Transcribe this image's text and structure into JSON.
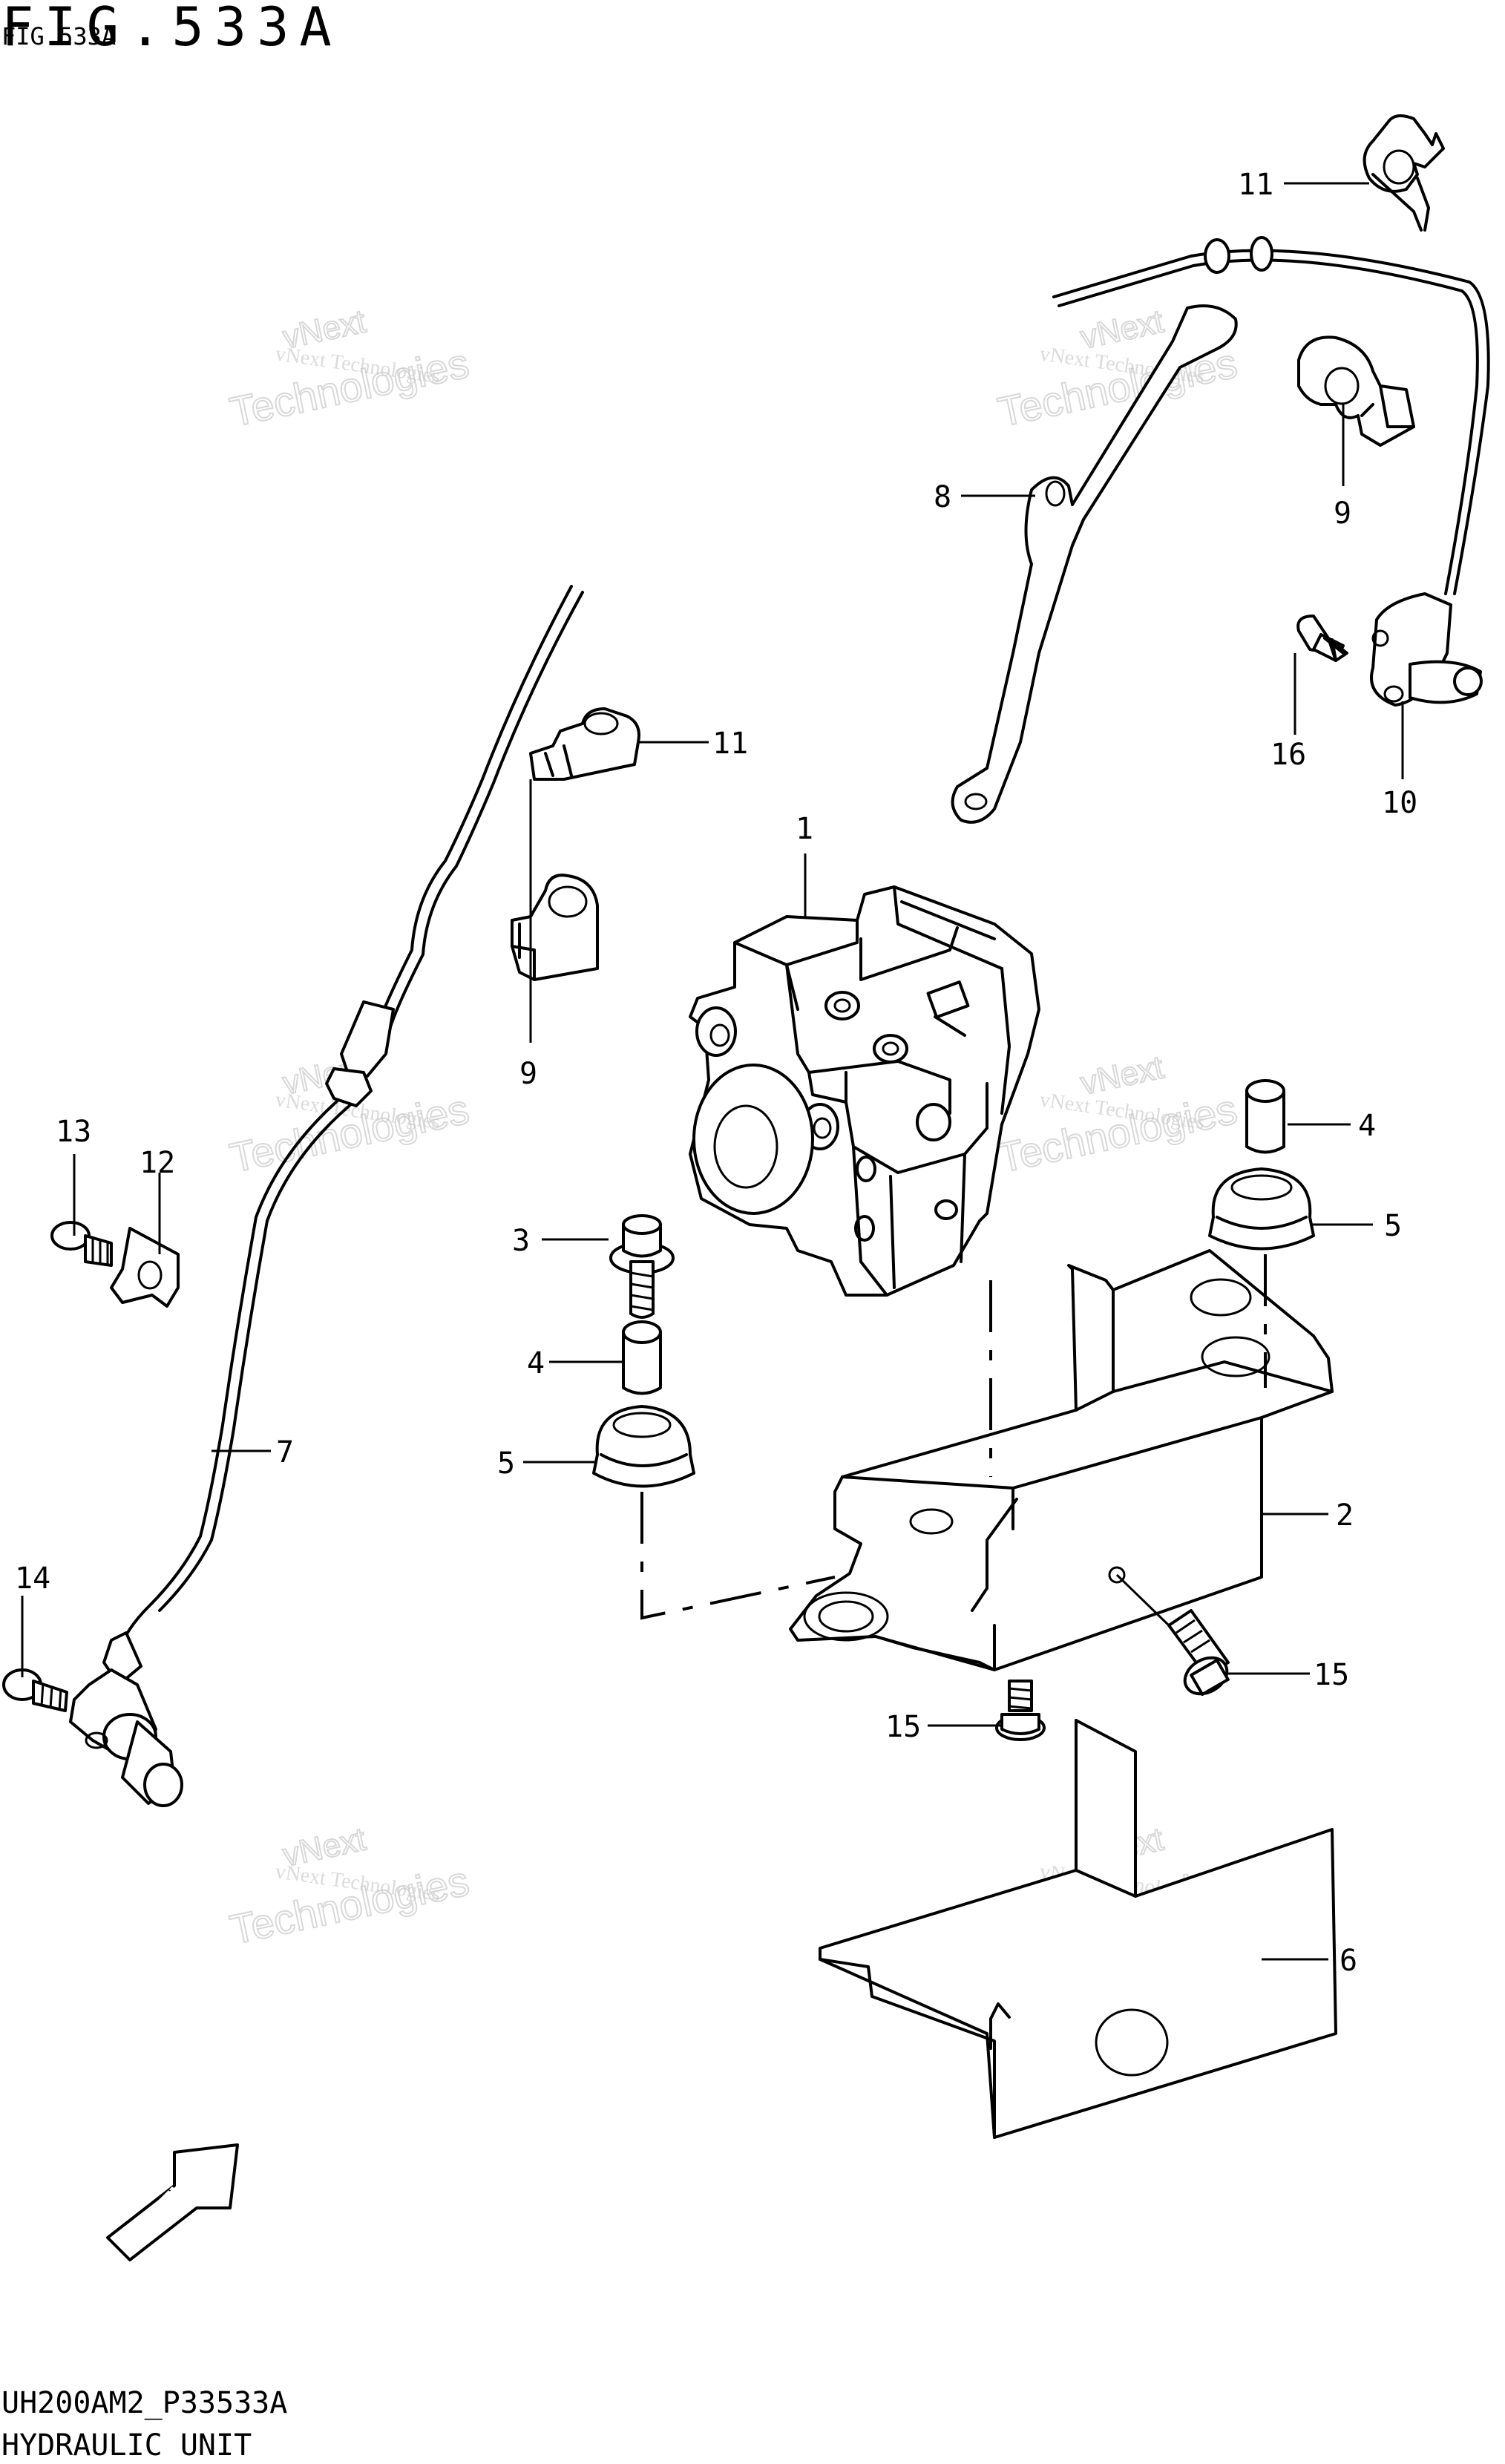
{
  "header": {
    "title": "FIG.533A",
    "subtitle": "FIG.533A"
  },
  "footer": {
    "code": "UH200AM2_P33533A",
    "name": "HYDRAULIC UNIT"
  },
  "watermark": {
    "line1": "vNext",
    "line2": "vNext Technologies",
    "line3": "Technologies"
  },
  "fwd_label": "FWD",
  "callouts": [
    {
      "id": "c1",
      "text": "1"
    },
    {
      "id": "c2",
      "text": "2"
    },
    {
      "id": "c3",
      "text": "3"
    },
    {
      "id": "c4a",
      "text": "4"
    },
    {
      "id": "c4b",
      "text": "4"
    },
    {
      "id": "c5a",
      "text": "5"
    },
    {
      "id": "c5b",
      "text": "5"
    },
    {
      "id": "c6",
      "text": "6"
    },
    {
      "id": "c7",
      "text": "7"
    },
    {
      "id": "c8",
      "text": "8"
    },
    {
      "id": "c9a",
      "text": "9"
    },
    {
      "id": "c9b",
      "text": "9"
    },
    {
      "id": "c10",
      "text": "10"
    },
    {
      "id": "c11a",
      "text": "11"
    },
    {
      "id": "c11b",
      "text": "11"
    },
    {
      "id": "c12",
      "text": "12"
    },
    {
      "id": "c13",
      "text": "13"
    },
    {
      "id": "c14",
      "text": "14"
    },
    {
      "id": "c15a",
      "text": "15"
    },
    {
      "id": "c15b",
      "text": "15"
    },
    {
      "id": "c16",
      "text": "16"
    }
  ]
}
